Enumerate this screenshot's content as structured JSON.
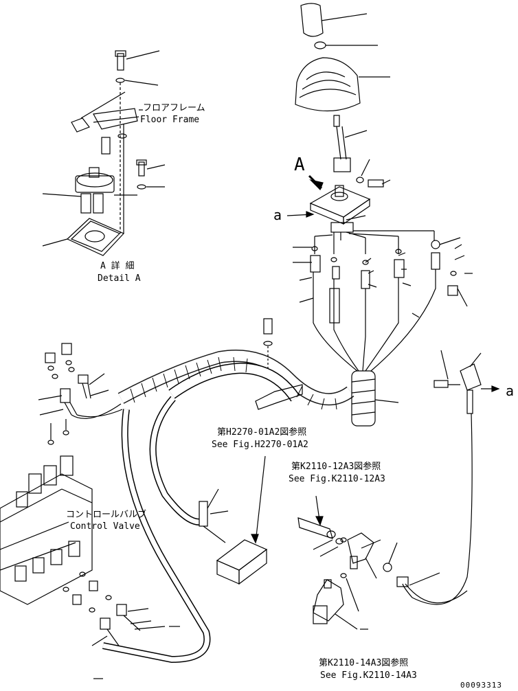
{
  "callouts": {
    "floor_frame_jp": "フロアフレーム",
    "floor_frame_en": "Floor Frame",
    "detail_a_jp": "A 詳 細",
    "detail_a_en": "Detail A",
    "view_a": "A",
    "mark_a_left": "a",
    "mark_a_right": "a",
    "control_valve_jp": "コントロールバルブ",
    "control_valve_en": "Control Valve",
    "ref1_jp": "第H2270-01A2図参照",
    "ref1_en": "See Fig.H2270-01A2",
    "ref2_jp": "第K2110-12A3図参照",
    "ref2_en": "See Fig.K2110-12A3",
    "ref3_jp": "第K2110-14A3図参照",
    "ref3_en": "See Fig.K2110-14A3",
    "drawing_number": "00093313"
  }
}
